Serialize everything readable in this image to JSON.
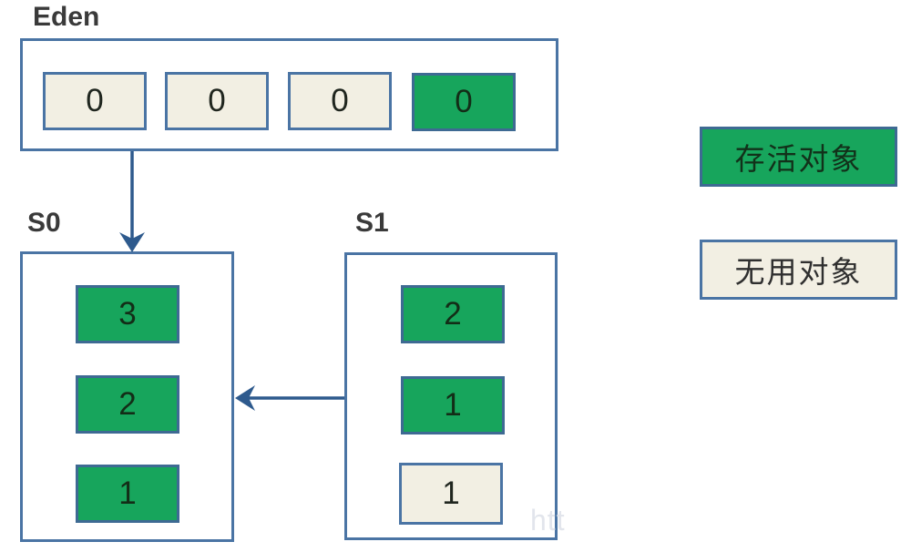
{
  "eden": {
    "label": "Eden",
    "cells": [
      {
        "value": "0",
        "state": "dead"
      },
      {
        "value": "0",
        "state": "dead"
      },
      {
        "value": "0",
        "state": "dead"
      },
      {
        "value": "0",
        "state": "live"
      }
    ]
  },
  "s0": {
    "label": "S0",
    "cells": [
      {
        "value": "3",
        "state": "live"
      },
      {
        "value": "2",
        "state": "live"
      },
      {
        "value": "1",
        "state": "live"
      }
    ]
  },
  "s1": {
    "label": "S1",
    "cells": [
      {
        "value": "2",
        "state": "live"
      },
      {
        "value": "1",
        "state": "live"
      },
      {
        "value": "1",
        "state": "dead"
      }
    ]
  },
  "arrows": [
    {
      "from": "eden",
      "to": "s0",
      "direction": "down"
    },
    {
      "from": "s1",
      "to": "s0",
      "direction": "left"
    }
  ],
  "legend": {
    "items": [
      {
        "label": "存活对象",
        "state": "live"
      },
      {
        "label": "无用对象",
        "state": "dead"
      }
    ]
  },
  "watermark": {
    "text": "htt"
  },
  "colors": {
    "live": "#17a55c",
    "dead": "#f2efe3",
    "border": "#4a74a4",
    "live_border": "#3e6a93",
    "arrow": "#2e5a8d"
  }
}
